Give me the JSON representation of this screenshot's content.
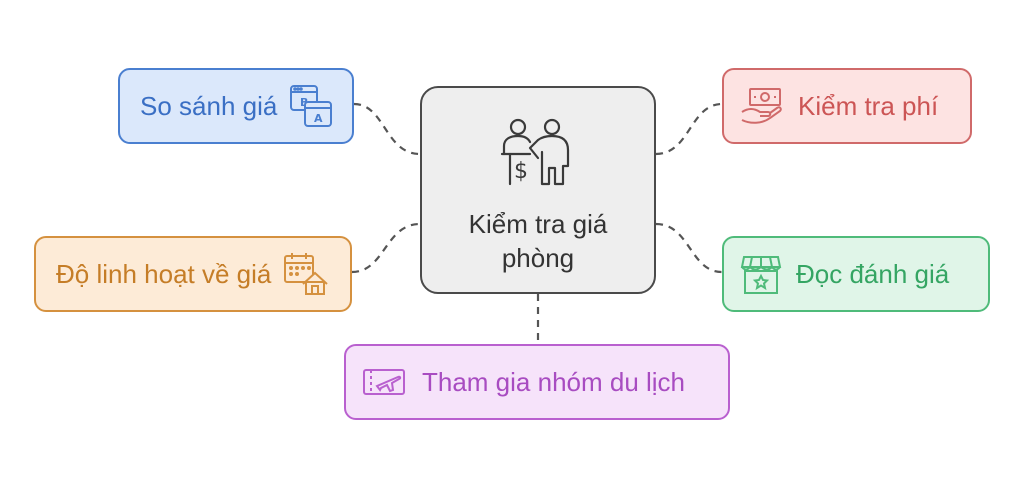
{
  "center": {
    "label": "Kiểm tra giá phòng",
    "icon": "people-money-icon"
  },
  "nodes": {
    "compare": {
      "label": "So sánh giá",
      "icon": "ab-compare-icon",
      "color": "#4a7fd0"
    },
    "fee": {
      "label": "Kiểm tra phí",
      "icon": "hand-money-icon",
      "color": "#d06a6a"
    },
    "flex": {
      "label": "Độ linh hoạt về giá",
      "icon": "calendar-house-icon",
      "color": "#d5913f"
    },
    "review": {
      "label": "Đọc đánh giá",
      "icon": "store-star-icon",
      "color": "#4fbb7a"
    },
    "group": {
      "label": "Tham gia nhóm du lịch",
      "icon": "plane-ticket-icon",
      "color": "#b960cf"
    }
  }
}
